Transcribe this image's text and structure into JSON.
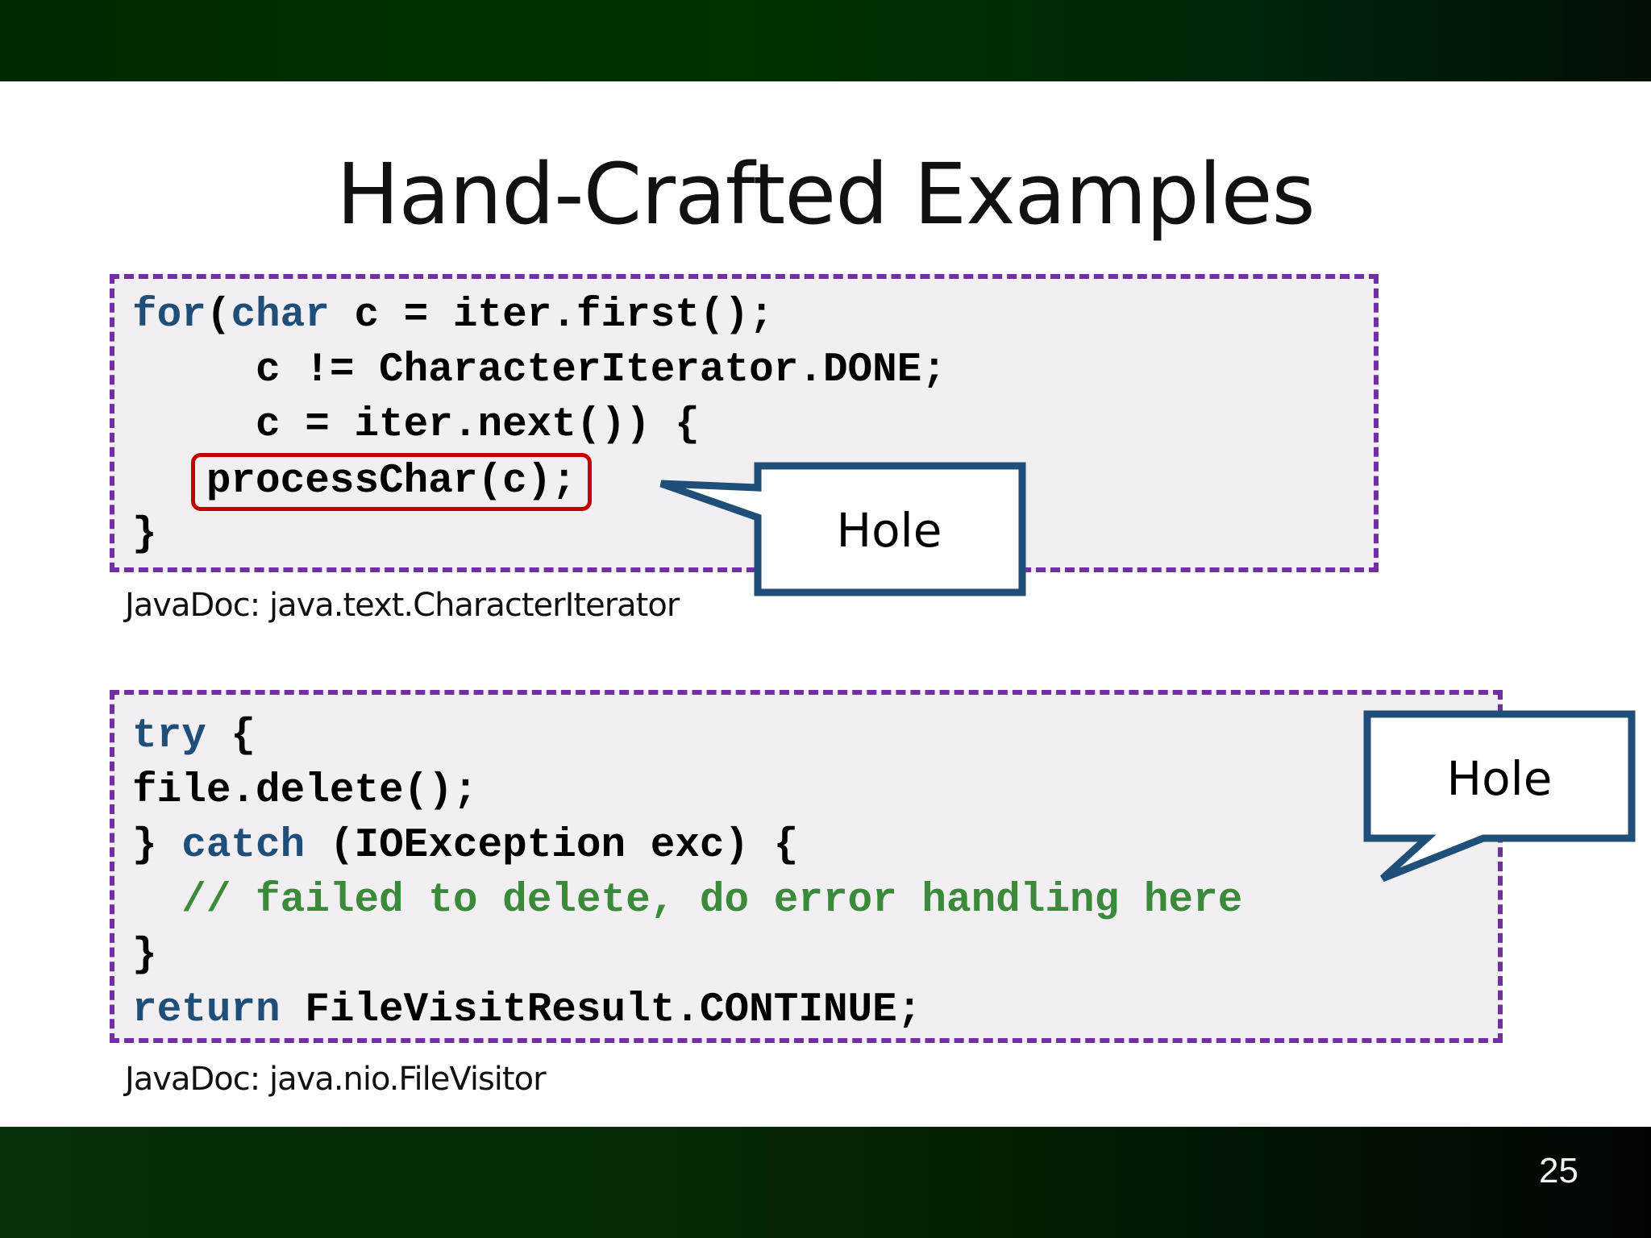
{
  "title": "Hand-Crafted Examples",
  "slide_number": "25",
  "example1": {
    "code_lines": [
      {
        "kw1": "for",
        "p1": "(",
        "kw2": "char",
        "p2": " c = iter.first();"
      },
      {
        "text": "     c != CharacterIterator.DONE;"
      },
      {
        "text": "     c = iter.next()) {"
      },
      {
        "indent": "   ",
        "hole": "processChar(c);"
      },
      {
        "text": "}"
      }
    ],
    "javadoc": "JavaDoc: java.text.CharacterIterator",
    "callout_label": "Hole"
  },
  "example2": {
    "code_lines": [
      {
        "kw": "try",
        "rest": " {"
      },
      {
        "text": "file.delete();"
      },
      {
        "pre": "} ",
        "kw": "catch",
        "rest": " (IOException exc) {"
      },
      {
        "indent": "  ",
        "comment": "// failed to delete, do error handling here"
      },
      {
        "text": "}"
      },
      {
        "kw": "return",
        "rest": " FileVisitResult.CONTINUE;"
      }
    ],
    "javadoc": "JavaDoc: java.nio.FileVisitor",
    "callout_label": "Hole"
  },
  "colors": {
    "keyword": "#1f4e79",
    "comment": "#3a8a3a",
    "dashed_border": "#7030a0",
    "hole_marker": "#c00000",
    "callout_border": "#1f4e79"
  }
}
